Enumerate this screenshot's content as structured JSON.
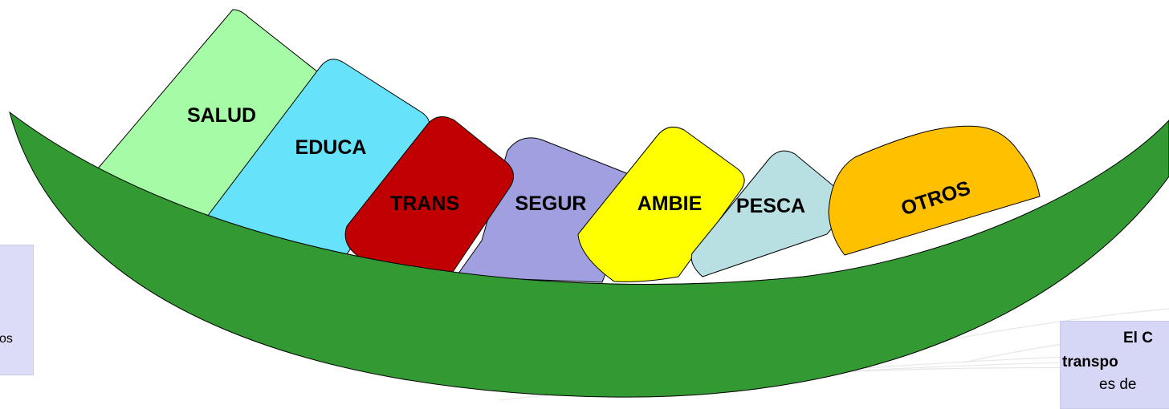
{
  "diagram": {
    "categories": [
      {
        "label": "SALUD",
        "color": "#a6fba6"
      },
      {
        "label": "EDUCA",
        "color": "#66e3fb"
      },
      {
        "label": "TRANS",
        "color": "#c00000"
      },
      {
        "label": "SEGUR",
        "color": "#a09fdf"
      },
      {
        "label": "AMBIE",
        "color": "#ffff00"
      },
      {
        "label": "PESCA",
        "color": "#b8dfe2"
      },
      {
        "label": "OTROS",
        "color": "#ffc000"
      }
    ],
    "boat_color": "#339933"
  },
  "side_left": {
    "text": "os"
  },
  "side_right": {
    "line1": "El C",
    "line2": "transpo",
    "line3": "es de"
  }
}
